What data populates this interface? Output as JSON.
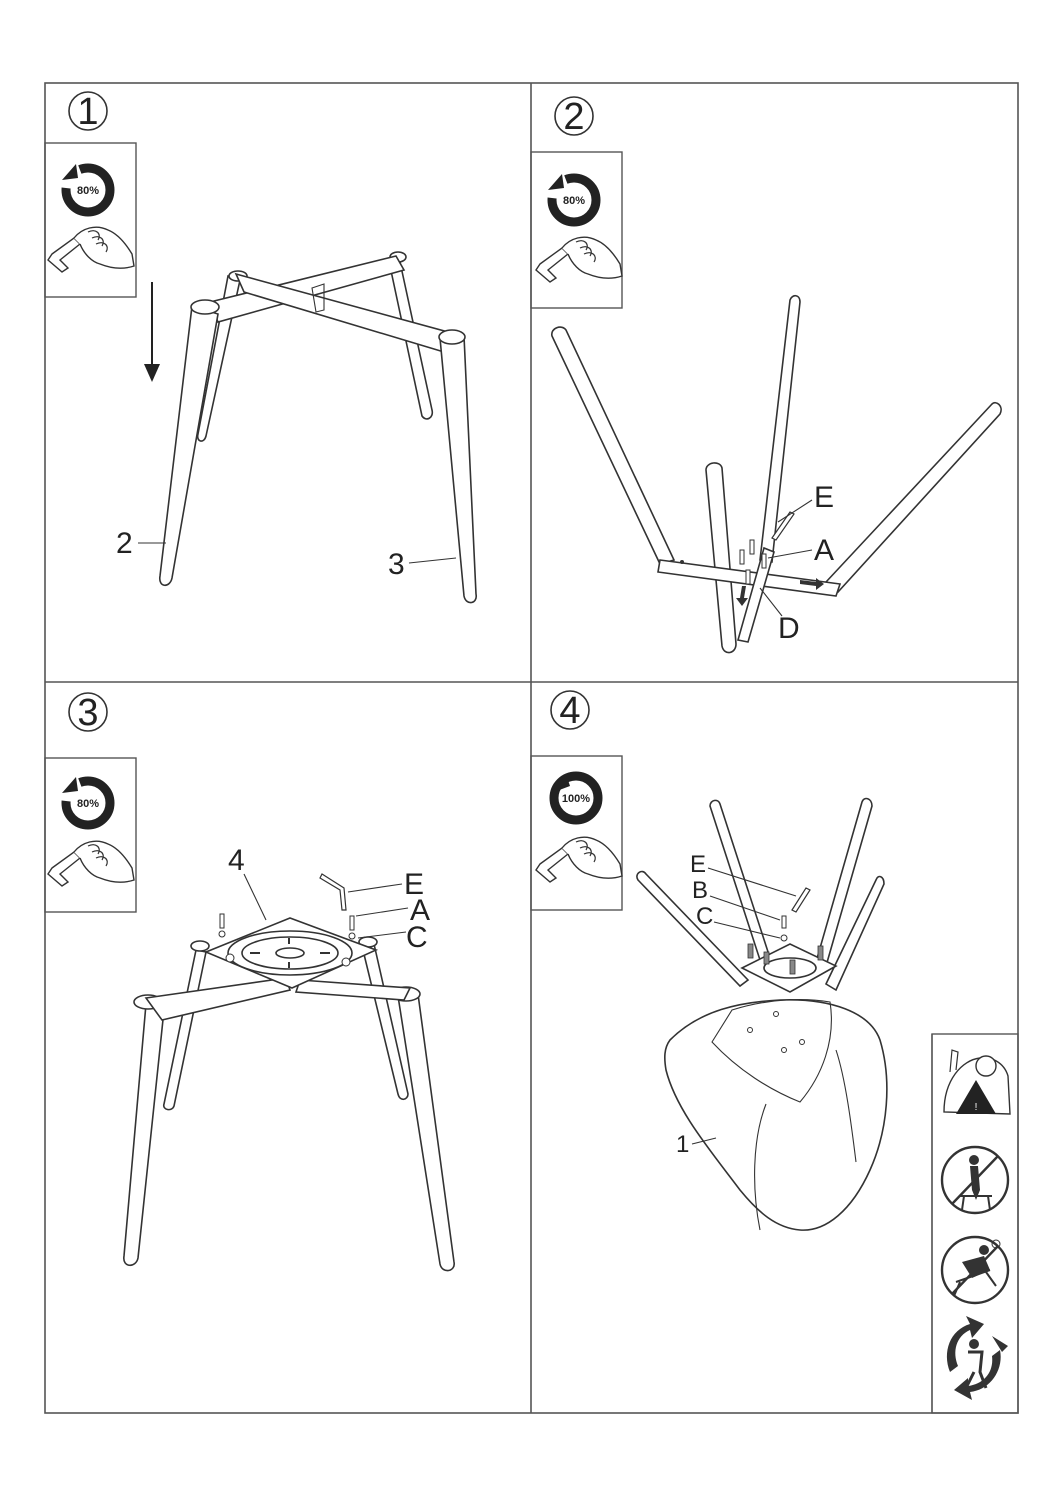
{
  "steps": [
    {
      "number": "1",
      "torque": "80%",
      "labels": {
        "a": "2",
        "b": "3"
      }
    },
    {
      "number": "2",
      "torque": "80%",
      "labels": {
        "a": "E",
        "b": "A",
        "c": "D"
      }
    },
    {
      "number": "3",
      "torque": "80%",
      "labels": {
        "a": "4",
        "b": "E",
        "c": "A",
        "d": "C"
      }
    },
    {
      "number": "4",
      "torque": "100%",
      "labels": {
        "a": "E",
        "b": "B",
        "c": "C",
        "d": "1"
      }
    }
  ],
  "warning_icons": [
    "read-instructions-warning-icon",
    "no-standing-on-chair-icon",
    "no-tilting-chair-icon",
    "recycle-icon"
  ],
  "colors": {
    "line": "#333333",
    "frame": "#555555",
    "ring": "#222222"
  }
}
